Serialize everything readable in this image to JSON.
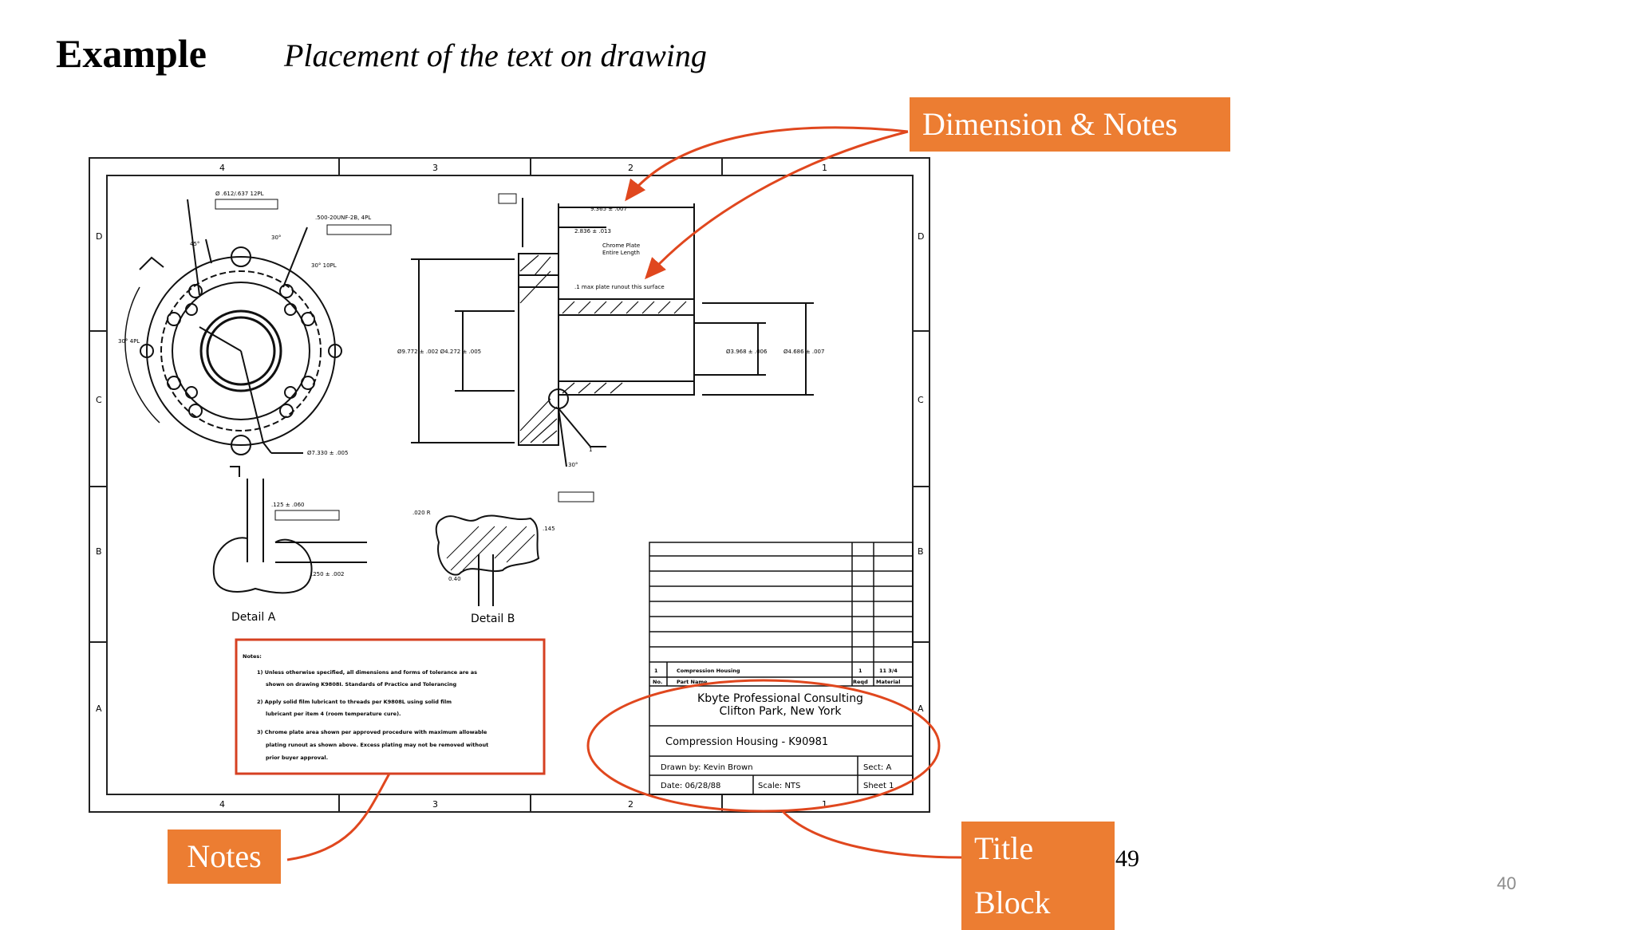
{
  "slide": {
    "heading": "Example",
    "subheading": "Placement of the text on drawing",
    "page_number": "49",
    "slide_number": "40"
  },
  "callouts": {
    "dimension_notes": "Dimension & Notes",
    "notes": "Notes",
    "title_block": "Title Block"
  },
  "colors": {
    "callout_fill": "#ec7d32",
    "arrow": "#e0471e"
  },
  "drawing": {
    "zones_top": [
      "4",
      "3",
      "2",
      "1"
    ],
    "zones_bottom": [
      "4",
      "3",
      "2",
      "1"
    ],
    "zones_left": [
      "D",
      "C",
      "B",
      "A"
    ],
    "zones_right": [
      "D",
      "C",
      "B",
      "A"
    ],
    "detail_a": "Detail A",
    "detail_b": "Detail B",
    "notes_header": "Notes:",
    "notes_lines": [
      "1) Unless otherwise specified, all dimensions and forms of tolerance are as",
      "shown on drawing K9808I. Standards of Practice and Tolerancing",
      "2) Apply solid film lubricant to threads per K9808L using solid film",
      "lubricant per item 4 (room temperature cure).",
      "3) Chrome plate area shown per approved procedure with maximum allowable",
      "plating runout as shown above. Excess plating may not be removed without",
      "prior buyer approval."
    ],
    "labels": {
      "dim_overall": "9.365 ± .007",
      "dim_inner": "2.836 ± .013",
      "chrome_plate_1": "Chrome Plate",
      "chrome_plate_2": "Entire Length",
      "runout_note": ".1 max plate runout this surface",
      "dia_left": "Ø9.772 ± .002  Ø4.272 ± .005",
      "dia_right1": "Ø3.968 ± .006",
      "dia_right2": "Ø4.686 ± .007",
      "bolt_holes": "Ø .612/.637 12PL",
      "thread": ".500-20UNF-2B, 4PL",
      "angle_30": "30°",
      "angle_30b": "30° 10PL",
      "angle_45": "45°",
      "angle_4pl": "30° 4PL",
      "radius": "Ø7.330 ± .005",
      "detail_a_dim1": ".125 ± .060",
      "detail_a_dim2": ".250 ± .002",
      "detail_b_dim1": ".020 R",
      "detail_b_dim2": ".145",
      "detail_b_dim3": "0.40",
      "angle_36": "30°",
      "item_1": "1"
    },
    "title_block": {
      "item_no": "1",
      "item_desc": "Compression Housing",
      "item_qty": "1",
      "item_size": "11 3/4",
      "col_no": "No.",
      "col_part_name": "Part Name",
      "col_reqd": "Reqd",
      "col_material": "Material",
      "company": "Kbyte Professional Consulting",
      "location": "Clifton Park, New York",
      "title": "Compression Housing  -  K90981",
      "drawn_by": "Drawn by: Kevin Brown",
      "sect": "Sect: A",
      "date": "Date: 06/28/88",
      "scale": "Scale: NTS",
      "sheet": "Sheet 1"
    }
  }
}
